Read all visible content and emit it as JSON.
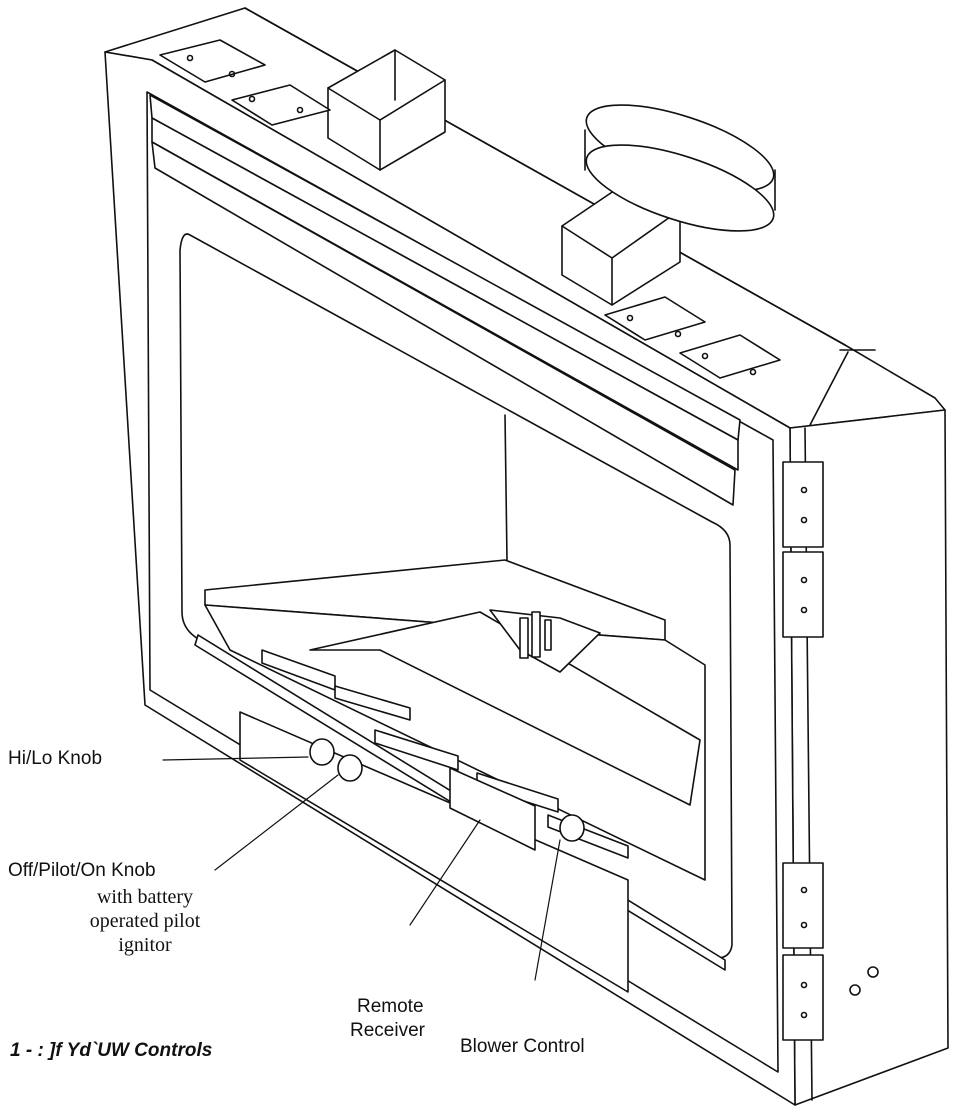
{
  "labels": {
    "hilo": "Hi/Lo Knob",
    "offpilot": "Off/Pilot/On Knob",
    "battery_1": "with battery",
    "battery_2": "operated pilot",
    "battery_3": "ignitor",
    "remote_1": "Remote",
    "remote_2": "Receiver",
    "blower": "Blower Control"
  },
  "caption": "1 - : ]f Yd`UW Controls",
  "colors": {
    "line": "#111111",
    "fill": "#ffffff"
  }
}
